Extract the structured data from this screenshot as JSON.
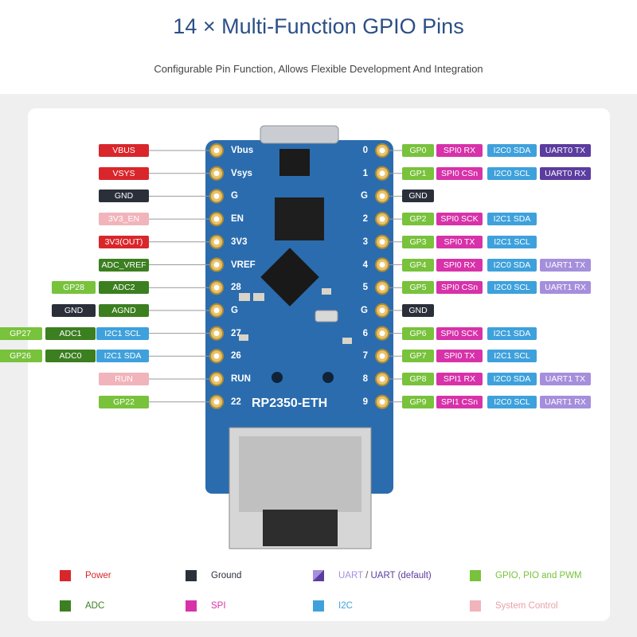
{
  "title": "14 × Multi-Function GPIO Pins",
  "subtitle": "Configurable Pin Function, Allows Flexible Development And Integration",
  "board": {
    "name": "RP2350-ETH",
    "left_pins": [
      "Vbus",
      "Vsys",
      "G",
      "EN",
      "3V3",
      "VREF",
      "28",
      "G",
      "27",
      "26",
      "RUN",
      "22"
    ],
    "right_pins": [
      "0",
      "1",
      "G",
      "2",
      "3",
      "4",
      "5",
      "G",
      "6",
      "7",
      "8",
      "9"
    ]
  },
  "categories": {
    "power": {
      "name": "Power",
      "color": "#d9262b"
    },
    "ground": {
      "name": "Ground",
      "color": "#2a2f3a"
    },
    "uart": {
      "name": "UART",
      "color": "#a58fdc"
    },
    "uart_default": {
      "name": "UART (default)",
      "color": "#5b3c9f"
    },
    "gpio": {
      "name": "GPIO, PIO and PWM",
      "color": "#78c23c"
    },
    "adc": {
      "name": "ADC",
      "color": "#3c7f20"
    },
    "spi": {
      "name": "SPI",
      "color": "#d732a9"
    },
    "i2c": {
      "name": "I2C",
      "color": "#3ea1dc"
    },
    "system": {
      "name": "System Control",
      "color": "#f1b4bb"
    }
  },
  "left_rows": [
    [
      {
        "text": "VBUS",
        "type": "power"
      }
    ],
    [
      {
        "text": "VSYS",
        "type": "power"
      }
    ],
    [
      {
        "text": "GND",
        "type": "ground"
      }
    ],
    [
      {
        "text": "3V3_EN",
        "type": "system"
      }
    ],
    [
      {
        "text": "3V3(OUT)",
        "type": "power"
      }
    ],
    [
      {
        "text": "ADC_VREF",
        "type": "adc"
      }
    ],
    [
      {
        "text": "ADC2",
        "type": "adc"
      },
      {
        "text": "GP28",
        "type": "gpio"
      }
    ],
    [
      {
        "text": "AGND",
        "type": "adc"
      },
      {
        "text": "GND",
        "type": "ground"
      }
    ],
    [
      {
        "text": "I2C1 SCL",
        "type": "i2c"
      },
      {
        "text": "ADC1",
        "type": "adc"
      },
      {
        "text": "GP27",
        "type": "gpio"
      }
    ],
    [
      {
        "text": "I2C1 SDA",
        "type": "i2c"
      },
      {
        "text": "ADC0",
        "type": "adc"
      },
      {
        "text": "GP26",
        "type": "gpio"
      }
    ],
    [
      {
        "text": "RUN",
        "type": "system"
      }
    ],
    [
      {
        "text": "GP22",
        "type": "gpio"
      }
    ]
  ],
  "right_rows": [
    [
      {
        "text": "GP0",
        "type": "gpio"
      },
      {
        "text": "SPI0 RX",
        "type": "spi"
      },
      {
        "text": "I2C0 SDA",
        "type": "i2c"
      },
      {
        "text": "UART0 TX",
        "type": "uart_default"
      }
    ],
    [
      {
        "text": "GP1",
        "type": "gpio"
      },
      {
        "text": "SPI0 CSn",
        "type": "spi"
      },
      {
        "text": "I2C0 SCL",
        "type": "i2c"
      },
      {
        "text": "UART0 RX",
        "type": "uart_default"
      }
    ],
    [
      {
        "text": "GND",
        "type": "ground"
      }
    ],
    [
      {
        "text": "GP2",
        "type": "gpio"
      },
      {
        "text": "SPI0 SCK",
        "type": "spi"
      },
      {
        "text": "I2C1 SDA",
        "type": "i2c"
      }
    ],
    [
      {
        "text": "GP3",
        "type": "gpio"
      },
      {
        "text": "SPI0 TX",
        "type": "spi"
      },
      {
        "text": "I2C1 SCL",
        "type": "i2c"
      }
    ],
    [
      {
        "text": "GP4",
        "type": "gpio"
      },
      {
        "text": "SPI0 RX",
        "type": "spi"
      },
      {
        "text": "I2C0 SDA",
        "type": "i2c"
      },
      {
        "text": "UART1 TX",
        "type": "uart"
      }
    ],
    [
      {
        "text": "GP5",
        "type": "gpio"
      },
      {
        "text": "SPI0 CSn",
        "type": "spi"
      },
      {
        "text": "I2C0 SCL",
        "type": "i2c"
      },
      {
        "text": "UART1 RX",
        "type": "uart"
      }
    ],
    [
      {
        "text": "GND",
        "type": "ground"
      }
    ],
    [
      {
        "text": "GP6",
        "type": "gpio"
      },
      {
        "text": "SPI0 SCK",
        "type": "spi"
      },
      {
        "text": "I2C1 SDA",
        "type": "i2c"
      }
    ],
    [
      {
        "text": "GP7",
        "type": "gpio"
      },
      {
        "text": "SPI0 TX",
        "type": "spi"
      },
      {
        "text": "I2C1 SCL",
        "type": "i2c"
      }
    ],
    [
      {
        "text": "GP8",
        "type": "gpio"
      },
      {
        "text": "SPI1 RX",
        "type": "spi"
      },
      {
        "text": "I2C0 SDA",
        "type": "i2c"
      },
      {
        "text": "UART1 TX",
        "type": "uart"
      }
    ],
    [
      {
        "text": "GP9",
        "type": "gpio"
      },
      {
        "text": "SPI1 CSn",
        "type": "spi"
      },
      {
        "text": "I2C0 SCL",
        "type": "i2c"
      },
      {
        "text": "UART1 RX",
        "type": "uart"
      }
    ]
  ],
  "legend": {
    "power": "Power",
    "ground": "Ground",
    "uart": "UART",
    "uart_sep": " / ",
    "uart_default": "UART (default)",
    "gpio": "GPIO, PIO and PWM",
    "adc": "ADC",
    "spi": "SPI",
    "i2c": "I2C",
    "system": "System Control"
  }
}
